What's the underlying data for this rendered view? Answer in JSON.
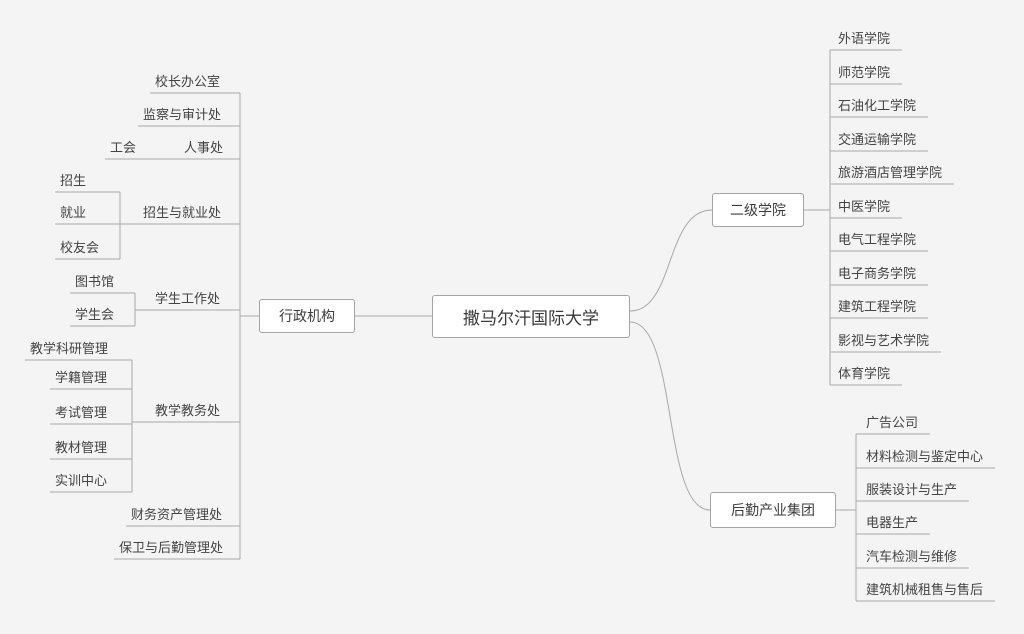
{
  "canvas": {
    "bg_color": "#f4f4f4",
    "line_color": "#a8a8a8",
    "box_border_color": "#a3a3a3",
    "box_bg_color": "#ffffff",
    "text_color": "#434343"
  },
  "root": {
    "label": "撒马尔汗国际大学"
  },
  "branches": {
    "admin": {
      "label": "行政机构",
      "children": [
        {
          "label": "校长办公室"
        },
        {
          "label": "监察与审计处"
        },
        {
          "label": "人事处",
          "children": [
            {
              "label": "工会"
            }
          ]
        },
        {
          "label": "招生与就业处",
          "children": [
            {
              "label": "招生"
            },
            {
              "label": "就业"
            },
            {
              "label": "校友会"
            }
          ]
        },
        {
          "label": "学生工作处",
          "children": [
            {
              "label": "图书馆"
            },
            {
              "label": "学生会"
            }
          ]
        },
        {
          "label": "教学教务处",
          "children": [
            {
              "label": "教学科研管理"
            },
            {
              "label": "学籍管理"
            },
            {
              "label": "考试管理"
            },
            {
              "label": "教材管理"
            },
            {
              "label": "实训中心"
            }
          ]
        },
        {
          "label": "财务资产管理处"
        },
        {
          "label": "保卫与后勤管理处"
        }
      ]
    },
    "colleges": {
      "label": "二级学院",
      "children": [
        {
          "label": "外语学院"
        },
        {
          "label": "师范学院"
        },
        {
          "label": "石油化工学院"
        },
        {
          "label": "交通运输学院"
        },
        {
          "label": "旅游酒店管理学院"
        },
        {
          "label": "中医学院"
        },
        {
          "label": "电气工程学院"
        },
        {
          "label": "电子商务学院"
        },
        {
          "label": "建筑工程学院"
        },
        {
          "label": "影视与艺术学院"
        },
        {
          "label": "体育学院"
        }
      ]
    },
    "logistics": {
      "label": "后勤产业集团",
      "children": [
        {
          "label": "广告公司"
        },
        {
          "label": "材料检测与鉴定中心"
        },
        {
          "label": "服装设计与生产"
        },
        {
          "label": "电器生产"
        },
        {
          "label": "汽车检测与维修"
        },
        {
          "label": "建筑机械租售与售后"
        }
      ]
    }
  }
}
